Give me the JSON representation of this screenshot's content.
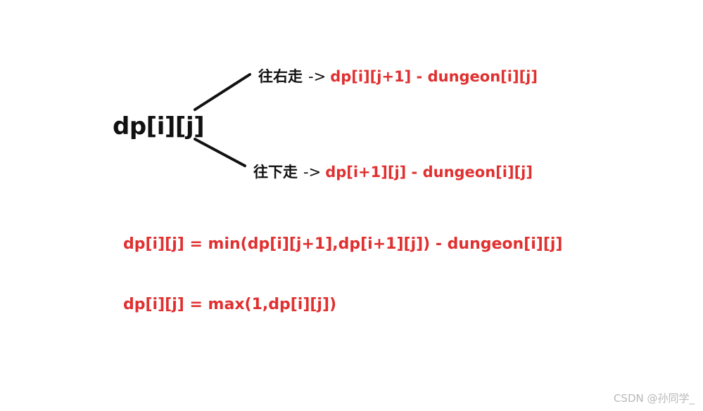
{
  "root": {
    "label": "dp[i][j]"
  },
  "branches": [
    {
      "direction_label": "往右走",
      "arrow": "->",
      "expression": "dp[i][j+1] - dungeon[i][j]"
    },
    {
      "direction_label": "往下走",
      "arrow": "->",
      "expression": "dp[i+1][j] - dungeon[i][j]"
    }
  ],
  "formulas": [
    "dp[i][j] = min(dp[i][j+1],dp[i+1][j]) - dungeon[i][j]",
    "dp[i][j] = max(1,dp[i][j])"
  ],
  "watermark": "CSDN @孙同学_",
  "colors": {
    "accent": "#e03030",
    "text": "#111111",
    "watermark": "#b8b8b8"
  }
}
